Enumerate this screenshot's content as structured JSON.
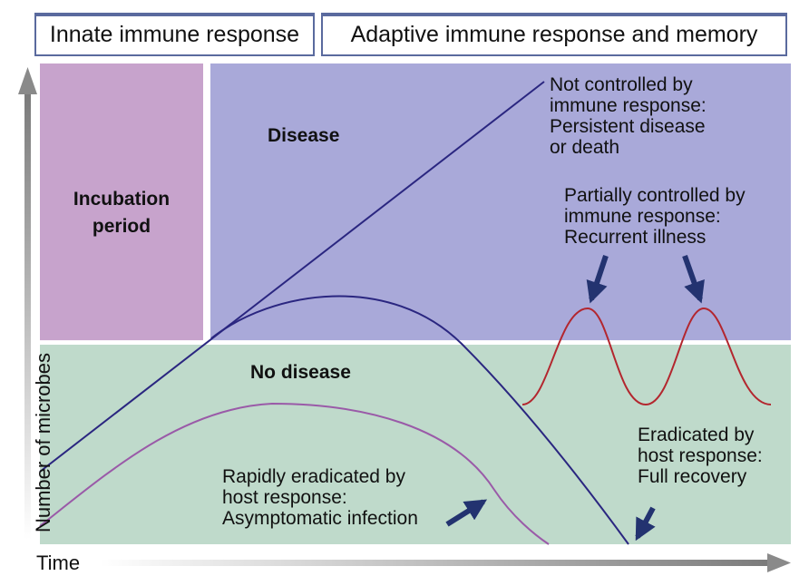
{
  "header": {
    "innate": "Innate immune response",
    "adaptive": "Adaptive immune response and memory"
  },
  "regions": {
    "incubation": "Incubation\nperiod",
    "disease": "Disease",
    "no_disease": "No disease"
  },
  "annotations": {
    "not_controlled": "Not controlled by\nimmune response:\nPersistent disease\nor death",
    "partially_controlled": "Partially controlled by\nimmune response:\nRecurrent illness",
    "rapidly_eradicated": "Rapidly eradicated by\nhost response:\nAsymptomatic infection",
    "eradicated": "Eradicated by\nhost response:\nFull recovery"
  },
  "axes": {
    "y": "Number of microbes",
    "x": "Time"
  },
  "colors": {
    "incubation_fill": "#c7a3cc",
    "disease_fill": "#a9a9d9",
    "no_disease_fill": "#bfdacb",
    "curve_navy": "#2a2680",
    "curve_violet": "#9a5aa8",
    "curve_red": "#b3262e",
    "arrow_navy": "#233370",
    "axis_gray": "#8a8a8a"
  }
}
